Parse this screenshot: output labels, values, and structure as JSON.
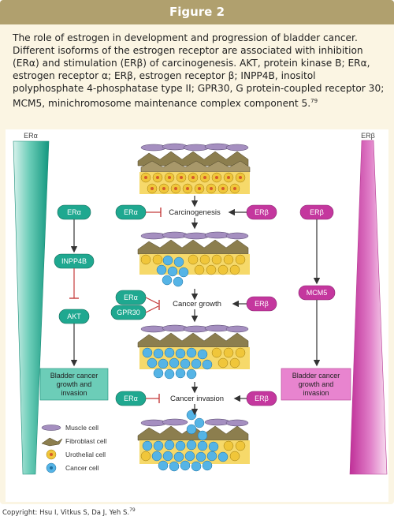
{
  "header": {
    "title": "Figure 2"
  },
  "caption": {
    "text": "The role of estrogen in development and progression of bladder cancer. Different isoforms of the estrogen receptor are associated with inhibition (ERα) and stimulation (ERβ) of carcinogenesis. AKT, protein kinase B; ERα, estrogen receptor α; ERβ, estrogen receptor β; INPP4B, inositol polyphosphate 4-phosphatase type II; GPR30, G protein-coupled receptor 30; MCM5, minichromosome maintenance complex component 5.",
    "ref": "79"
  },
  "diagram": {
    "left_gradient_label": "ERα",
    "right_gradient_label": "ERβ",
    "left_pathway": {
      "receptor": "ERα",
      "mediator": "INPP4B",
      "target": "AKT",
      "outcome": [
        "Bladder cancer",
        "growth and",
        "invasion"
      ]
    },
    "right_pathway": {
      "receptor": "ERβ",
      "mediator": "MCM5",
      "outcome": [
        "Bladder cancer",
        "growth and",
        "invasion"
      ]
    },
    "stages": [
      {
        "label": "Carcinogenesis",
        "inhibitors": [
          "ERα"
        ],
        "stimulator": "ERβ"
      },
      {
        "label": "Cancer growth",
        "inhibitors": [
          "ERα",
          "GPR30"
        ],
        "stimulator": "ERβ"
      },
      {
        "label": "Cancer invasion",
        "inhibitors": [
          "ERα"
        ],
        "stimulator": "ERβ"
      }
    ],
    "legend": [
      "Muscle cell",
      "Fibroblast cell",
      "Urothelial cell",
      "Cancer cell"
    ]
  },
  "colors": {
    "teal": "#1fa890",
    "magenta": "#c4379e",
    "header_bg": "#b0a06e",
    "panel_bg": "#fbf5e3",
    "urothelial": "#f0c63a",
    "cancer": "#55b4e6",
    "muscle": "#a58fc0",
    "fibroblast": "#8c7e4e"
  },
  "copyright": {
    "text": "Copyright: Hsu I, Vitkus S, Da J, Yeh S.",
    "ref": "79"
  }
}
